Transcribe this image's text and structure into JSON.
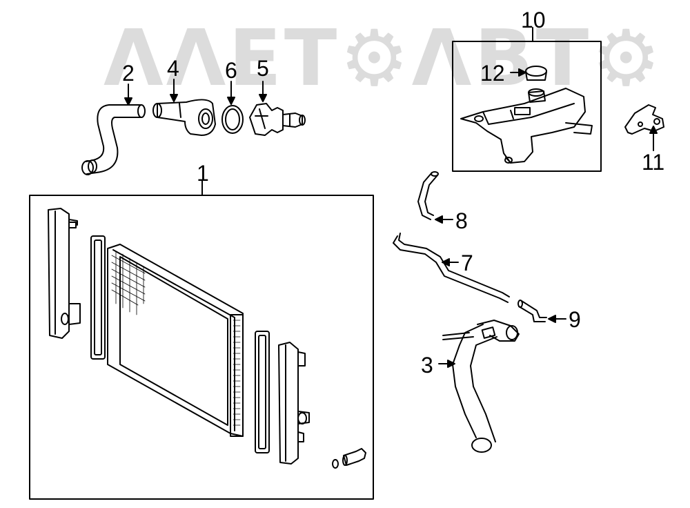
{
  "watermark": {
    "text": "ΛΛΕΤ⚙ΛΒΤ⚙"
  },
  "callouts": {
    "c1": "1",
    "c2": "2",
    "c3": "3",
    "c4": "4",
    "c5": "5",
    "c6": "6",
    "c7": "7",
    "c8": "8",
    "c9": "9",
    "c10": "10",
    "c11": "11",
    "c12": "12"
  }
}
